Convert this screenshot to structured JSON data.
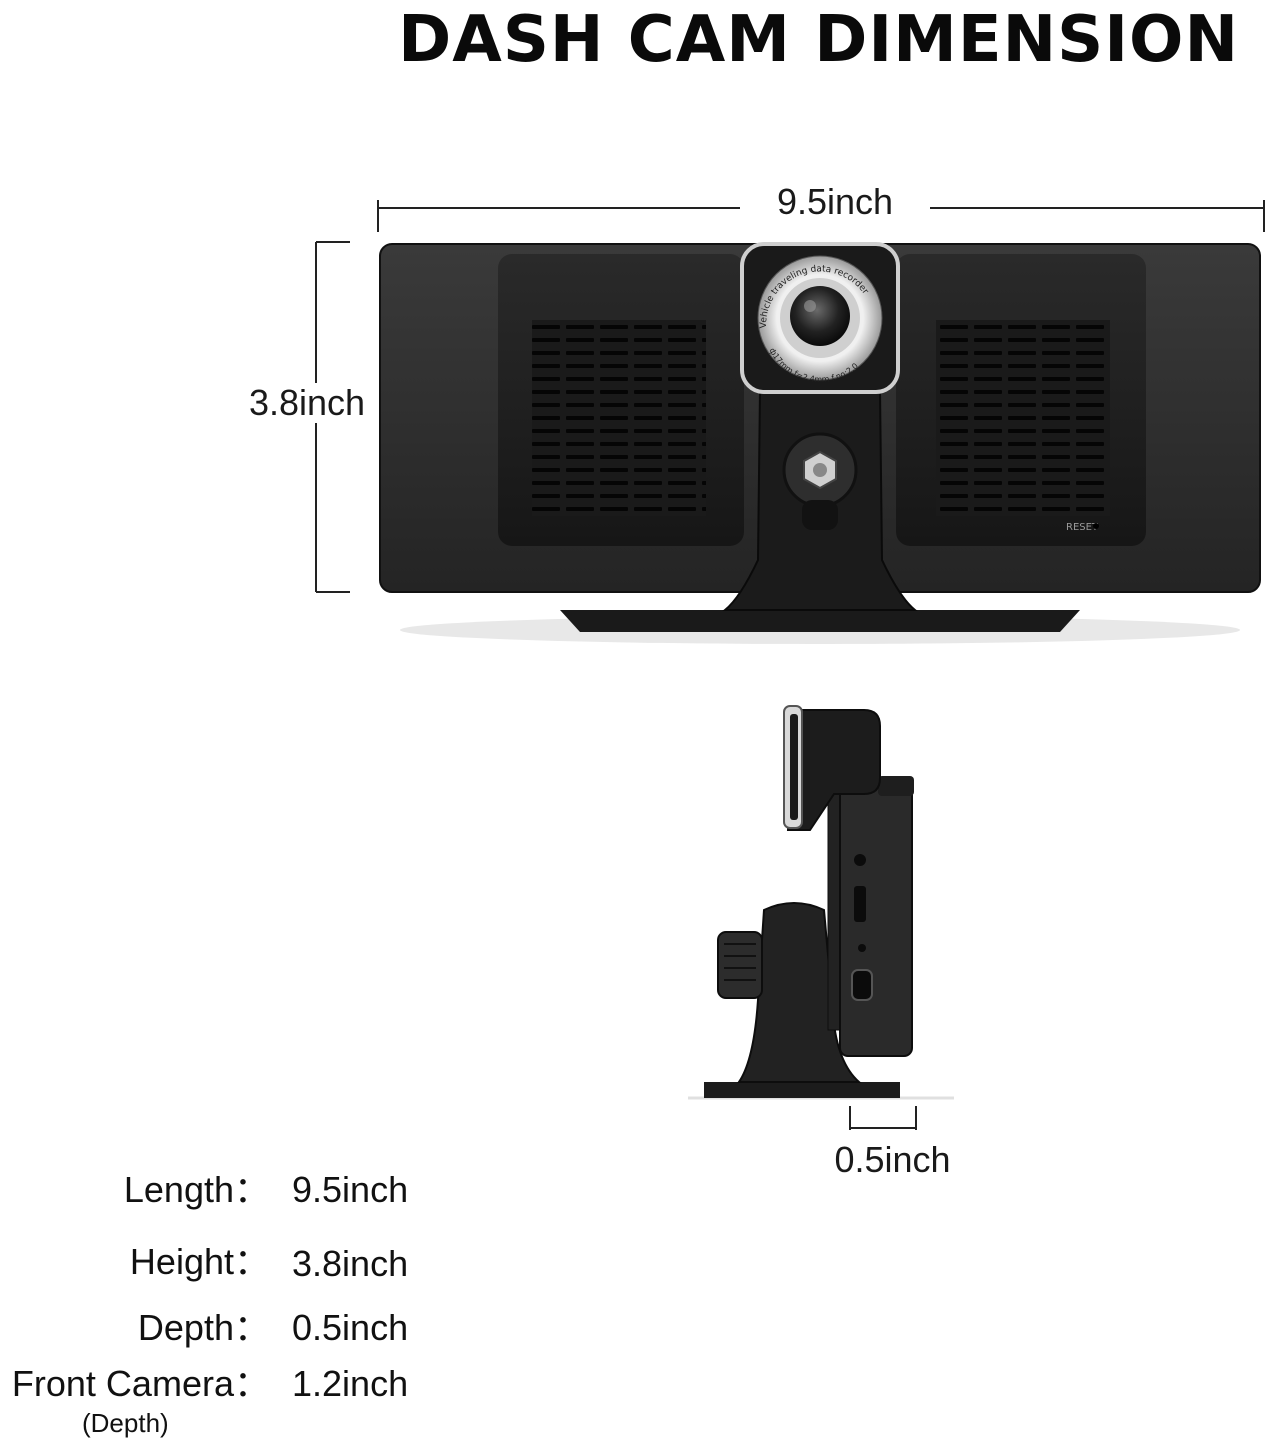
{
  "title": "DASH CAM DIMENSION",
  "dimensions": {
    "width_label": "9.5inch",
    "height_label": "3.8inch",
    "depth_label": "0.5inch"
  },
  "device": {
    "lens_ring_text": "Vehicle traveling data recorder",
    "lens_specs_text": "ф17mm  f=2.4mm  f.no:2.0",
    "reset_label": "RESET"
  },
  "specs": [
    {
      "key": "Length",
      "sep": "：",
      "value": "9.5inch",
      "sub": ""
    },
    {
      "key": "Height",
      "sep": "：",
      "value": "3.8inch",
      "sub": ""
    },
    {
      "key": "Depth",
      "sep": "：",
      "value": "0.5inch",
      "sub": ""
    },
    {
      "key": "Front Camera",
      "sep": "：",
      "value": "1.2inch",
      "sub": "(Depth)"
    }
  ],
  "colors": {
    "body": "#2b2b2b",
    "panel": "#1c1c1c",
    "grille": "#111111",
    "lens_ring": "#d9d9d9",
    "lines": "#222222"
  }
}
